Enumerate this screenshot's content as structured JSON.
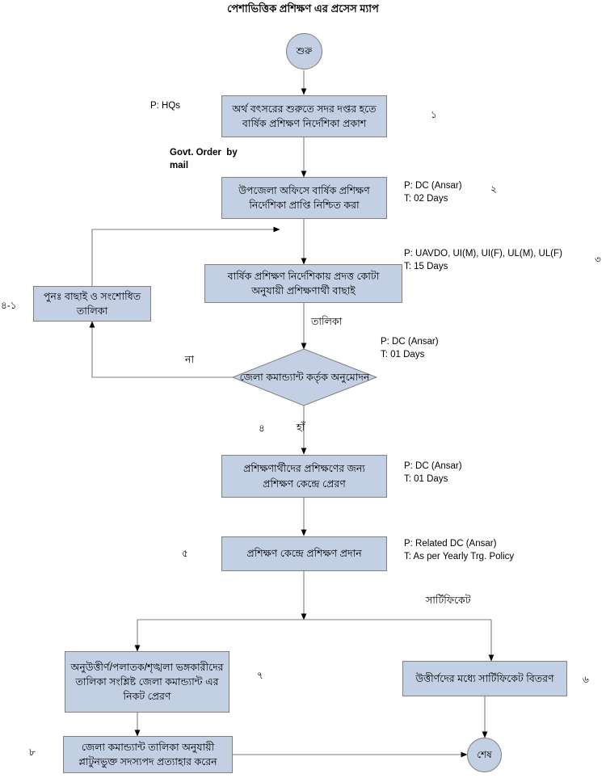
{
  "diagram": {
    "title": "পেশাভিত্তিক প্রশিক্ষণ এর প্রসেস ম্যাপ",
    "type": "flowchart",
    "colors": {
      "node_fill": "#c3d0e3",
      "node_border": "#808080",
      "connector": "#7f7f7f",
      "text": "#000000",
      "background": "#ffffff"
    }
  },
  "nodes": {
    "start": {
      "label": "শুরু",
      "shape": "terminator"
    },
    "step1": {
      "label": "অর্থ বৎসরের শুরুতে সদর দপ্তর হতে বার্ষিক প্রশিক্ষণ নির্দেশিকা প্রকাশ",
      "shape": "process",
      "number": "১"
    },
    "step2": {
      "label": "উপজেলা অফিসে বার্ষিক প্রশিক্ষণ নির্দেশিকা প্রাপ্তি নিশ্চিত করা",
      "shape": "process",
      "number": "২"
    },
    "step3": {
      "label": "বার্ষিক প্রশিক্ষণ নির্দেশিকায় প্রদত্ত কোটা অনুযায়ী প্রশিক্ষণার্থী বাছাই",
      "shape": "process",
      "number": "৩"
    },
    "rework": {
      "label": "পুনঃ  বাছাই ও সংশোধিত তালিকা",
      "shape": "process",
      "number": "৪-১"
    },
    "decision": {
      "label": "জেলা কমান্ড্যান্ট কর্তৃক অনুমোদন",
      "shape": "decision",
      "number": "৪"
    },
    "step5": {
      "label": "প্রশিক্ষণার্থীদের প্রশিক্ষণের জন্য প্রশিক্ষণ কেন্দ্রে প্রেরণ",
      "shape": "process"
    },
    "step6": {
      "label": "প্রশিক্ষণ কেন্দ্রে প্রশিক্ষণ প্রদান",
      "shape": "process",
      "number": "৫"
    },
    "fail_list": {
      "label": "অনুউত্তীর্ণ/পলাতক/শৃঙ্খলা ভঙ্গকারীদের তালিকা সংশ্লিষ্ট  জেলা কমান্ড্যান্ট এর নিকট প্রেরণ",
      "shape": "process",
      "number": "৭"
    },
    "certificate": {
      "label": "উত্তীর্ণদের মধ্যে সার্টিফিকেট বিতরণ",
      "shape": "process",
      "number": "৬"
    },
    "withdraw": {
      "label": "জেলা কমান্ড্যান্ট তালিকা অনুযায়ী প্লাটুনভুক্ত সদস্যপদ প্রত্যাহার করেন",
      "shape": "process",
      "number": "৮"
    },
    "end": {
      "label": "শেষ",
      "shape": "terminator"
    }
  },
  "annotations": {
    "p_hqs": "P: HQs",
    "govt_order": "Govt. Order  by\nmail",
    "p_dc_02days": "P: DC (Ansar)\nT: 02 Days",
    "p_uavdo_15days": "P: UAVDO, UI(M), UI(F), UL(M), UL(F)\nT: 15 Days",
    "p_dc_01days_a": "P: DC (Ansar)\nT: 01 Days",
    "p_dc_01days_b": "P: DC (Ansar)\nT: 01 Days",
    "p_related_dc": "P: Related DC (Ansar)\nT: As per Yearly Trg. Policy",
    "talika": "তালিকা",
    "na": "না",
    "ha": "হাঁ",
    "certificate_flow": "সার্টিফিকেট"
  }
}
